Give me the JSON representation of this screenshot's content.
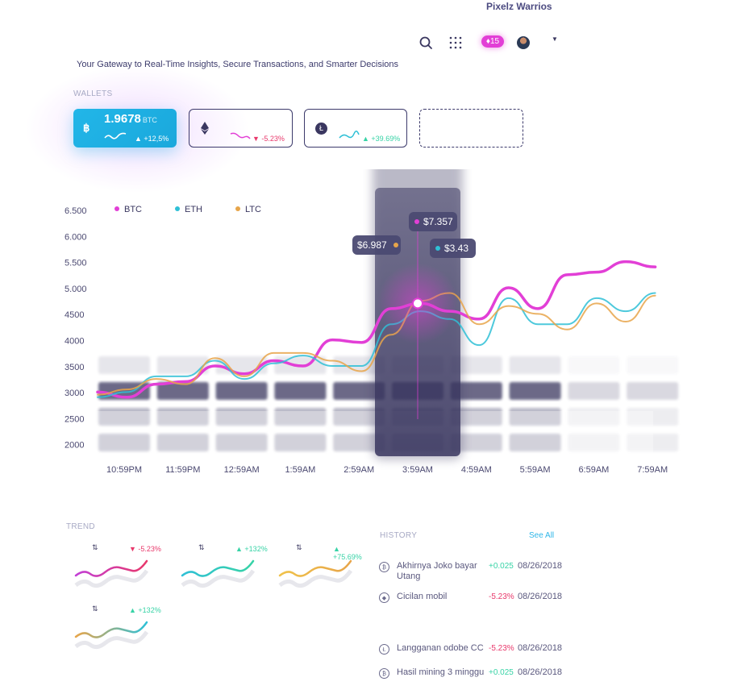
{
  "header": {
    "user_name": "Pixelz Warrios",
    "notifications": "15",
    "tagline": "Your Gateway to Real-Time Insights, Secure Transactions, and Smarter Decisions"
  },
  "colors": {
    "btc": "#e23fd6",
    "eth": "#2fc0d6",
    "ltc": "#e7a54a",
    "positive": "#37d3a6",
    "negative": "#e8386b"
  },
  "icons": {
    "search": "search-icon",
    "apps": "grid-icon",
    "bell": "bell-icon",
    "avatar": "avatar",
    "caret": "caret-down-icon"
  },
  "wallets": {
    "label": "WALLETS",
    "btc": {
      "amount": "1.9678",
      "unit": "BTC",
      "change": "+12,5%"
    },
    "eth": {
      "change": "-5.23%"
    },
    "ltc": {
      "change": "+39.69%"
    }
  },
  "chart_data": {
    "type": "line",
    "legend": [
      "BTC",
      "ETH",
      "LTC"
    ],
    "y_ticks": [
      "6.500",
      "6.000",
      "5.500",
      "5.000",
      "4500",
      "4000",
      "3500",
      "3000",
      "2500",
      "2000"
    ],
    "ylim": [
      2000,
      6500
    ],
    "categories": [
      "10:59PM",
      "11:59PM",
      "12:59AM",
      "1:59AM",
      "2:59AM",
      "3:59AM",
      "4:59AM",
      "5:59AM",
      "6:59AM",
      "7:59AM"
    ],
    "x": [
      0,
      0.5,
      1,
      1.5,
      2,
      2.5,
      3,
      3.5,
      4,
      4.5,
      5,
      5.5,
      6,
      6.5,
      7,
      7.5,
      8,
      8.5,
      9,
      9.5
    ],
    "series": [
      {
        "name": "BTC",
        "values": [
          3000,
          2900,
          3150,
          3200,
          3500,
          3350,
          3600,
          3500,
          4000,
          3950,
          4600,
          4700,
          4550,
          4400,
          5000,
          4600,
          5250,
          5300,
          5500,
          5400
        ]
      },
      {
        "name": "ETH",
        "values": [
          2900,
          3000,
          3300,
          3300,
          3600,
          3250,
          3550,
          3700,
          3500,
          3500,
          4300,
          4550,
          4400,
          3900,
          4800,
          4300,
          4300,
          4800,
          4550,
          4900
        ]
      },
      {
        "name": "LTC",
        "values": [
          2950,
          3050,
          3250,
          3150,
          3650,
          3300,
          3750,
          3750,
          3600,
          3400,
          4100,
          4750,
          4900,
          4300,
          4650,
          4500,
          4200,
          4700,
          4350,
          4850
        ]
      }
    ],
    "tooltips": [
      {
        "series": "LTC",
        "label": "$6.987"
      },
      {
        "series": "BTC",
        "label": "$7.357"
      },
      {
        "series": "ETH",
        "label": "$3.43"
      }
    ],
    "highlight_category": "3:59AM"
  },
  "trend": {
    "label": "TREND",
    "items": [
      {
        "change": "-5.23%",
        "color_from": "#c23fd6",
        "color_to": "#e8386b"
      },
      {
        "change": "+132%",
        "color_from": "#2fc0d6",
        "color_to": "#37d3a6"
      },
      {
        "change": "+75.69%",
        "color_from": "#f0c24a",
        "color_to": "#e7a54a"
      },
      {
        "change": "+132%",
        "color_from": "#e7a54a",
        "color_to": "#2fc0d6"
      }
    ]
  },
  "history": {
    "label": "HISTORY",
    "see_all": "See All",
    "items": [
      {
        "icon": "btc-icon",
        "glyph": "₿",
        "title": "Akhirnya Joko bayar Utang",
        "value": "+0.025",
        "date": "08/26/2018"
      },
      {
        "icon": "eth-icon",
        "glyph": "◆",
        "title": "Cicilan mobil",
        "value": "-5.23%",
        "date": "08/26/2018"
      },
      {
        "icon": "ltc-icon",
        "glyph": "Ł",
        "title": "Langganan odobe CC",
        "value": "-5.23%",
        "date": "08/26/2018"
      },
      {
        "icon": "btc-icon",
        "glyph": "₿",
        "title": "Hasil mining 3 minggu",
        "value": "+0.025",
        "date": "08/26/2018"
      }
    ]
  }
}
